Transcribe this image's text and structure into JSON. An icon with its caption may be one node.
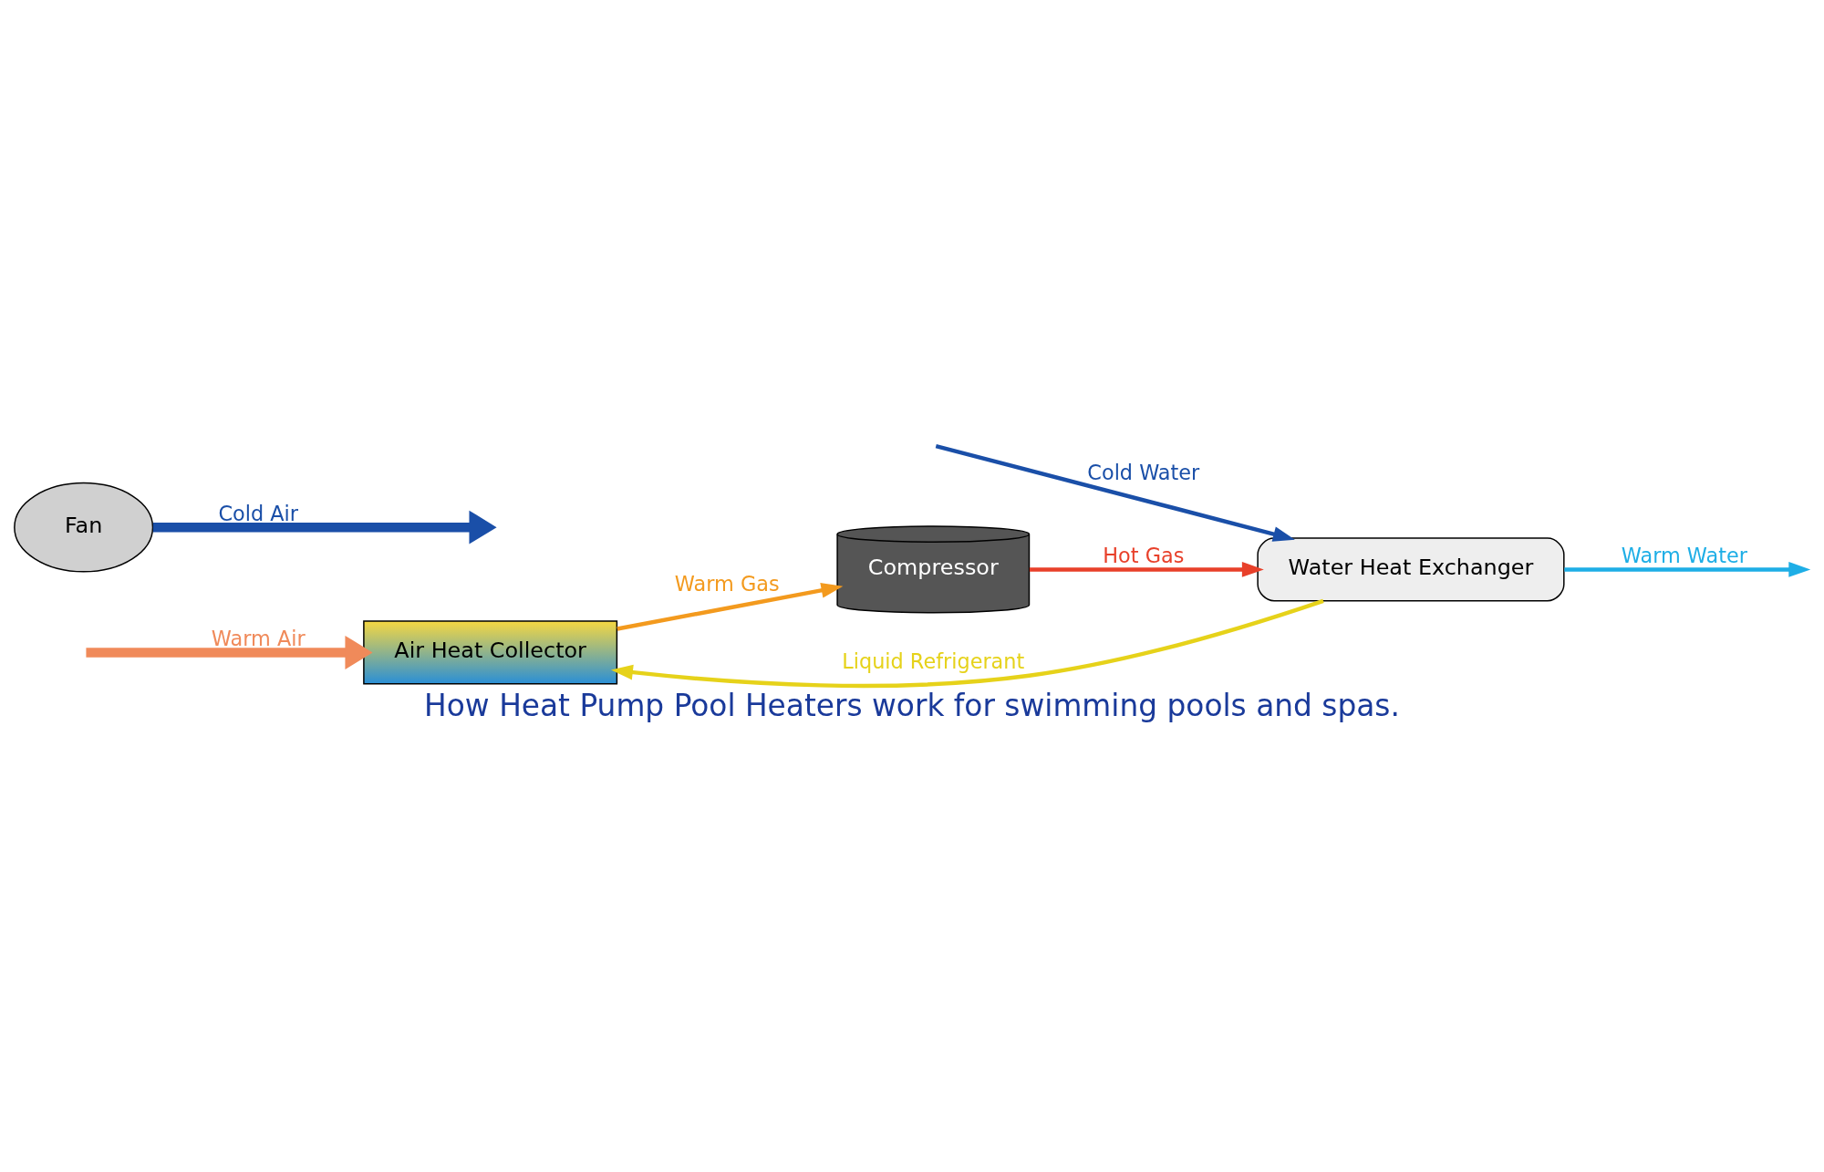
{
  "diagram": {
    "caption": "How Heat Pump Pool Heaters work for swimming pools and spas.",
    "nodes": [
      {
        "text": [
          "Air Heat Collector"
        ]
      },
      {
        "text": [
          "Fan"
        ]
      },
      {
        "text": [
          "Compressor"
        ]
      },
      {
        "text": [
          "Water Heat Exchanger"
        ]
      }
    ],
    "edges": [
      {
        "from": null,
        "to": 0,
        "arrow": "to",
        "label": "Warm Air",
        "style": "thick",
        "color": "#f08a5a"
      },
      {
        "from": 1,
        "to": null,
        "arrow": "to",
        "label": "Cold Air",
        "style": "thick",
        "color": "#1a4fa8"
      },
      {
        "from": 0,
        "to": 2,
        "arrow": "to",
        "label": "Warm Gas",
        "color": "#f39a1e"
      },
      {
        "from": 2,
        "to": 3,
        "arrow": "to",
        "label": "Hot Gas",
        "color": "#e8402a"
      },
      {
        "from": null,
        "to": 3,
        "arrow": "to",
        "label": "Cold Water",
        "color": "#1a4fa8"
      },
      {
        "from": 3,
        "to": null,
        "arrow": "to",
        "label": "Warm Water",
        "color": "#1eaee6"
      },
      {
        "from": 3,
        "to": 0,
        "arrow": "to",
        "label": "Liquid Refrigerant",
        "color": "#e6d21a"
      }
    ]
  }
}
